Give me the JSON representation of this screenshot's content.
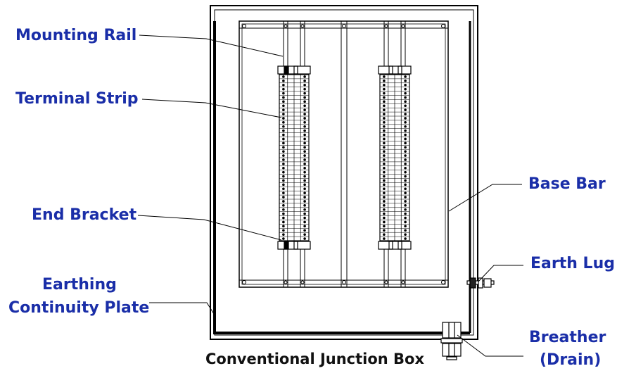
{
  "labels": {
    "mounting_rail": "Mounting Rail",
    "terminal_strip": "Terminal Strip",
    "end_bracket": "End Bracket",
    "earthing_line1": "Earthing",
    "earthing_line2": "Continuity Plate",
    "base_bar": "Base Bar",
    "earth_lug": "Earth Lug",
    "breather_line1": "Breather",
    "breather_line2": "(Drain)"
  },
  "caption": "Conventional Junction Box",
  "colors": {
    "label": "#1a2ea8",
    "caption": "#111111",
    "line": "#000000"
  },
  "diagram": {
    "terminal_rows_per_strip": 40
  }
}
